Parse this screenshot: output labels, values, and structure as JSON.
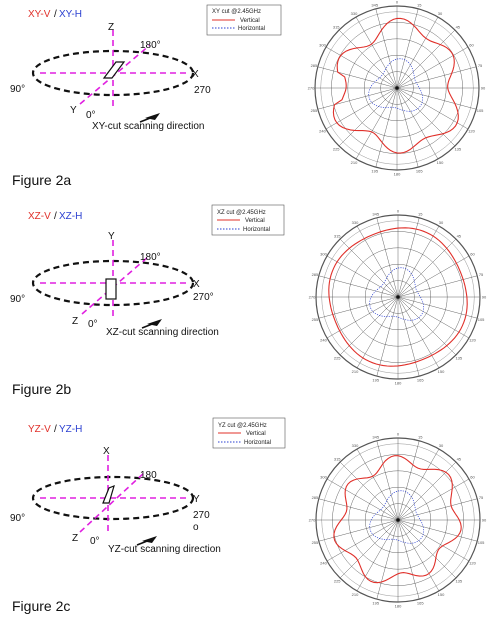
{
  "panels": [
    {
      "id": "2a",
      "title_v": "XY-V",
      "title_h": "XY-H",
      "caption": "Figure 2a",
      "legend_title": "XY cut @2.45GHz",
      "axis_horizontal": "X",
      "axis_vertical": "Z",
      "axis_diagonal": "Y",
      "deg_180": "180°",
      "deg_270": "270",
      "deg_270_extra": "",
      "deg_90": "90°",
      "deg_0": "0°",
      "scan_direction": "XY-cut scanning direction"
    },
    {
      "id": "2b",
      "title_v": "XZ-V",
      "title_h": "XZ-H",
      "caption": "Figure 2b",
      "legend_title": "XZ cut @2.45GHz",
      "axis_horizontal": "X",
      "axis_vertical": "Y",
      "axis_diagonal": "Z",
      "deg_180": "180°",
      "deg_270": "270°",
      "deg_270_extra": "",
      "deg_90": "90°",
      "deg_0": "0°",
      "scan_direction": "XZ-cut scanning direction"
    },
    {
      "id": "2c",
      "title_v": "YZ-V",
      "title_h": "YZ-H",
      "caption": "Figure 2c",
      "legend_title": "YZ cut @2.45GHz",
      "axis_horizontal": "Y",
      "axis_vertical": "X",
      "axis_diagonal": "Z",
      "deg_180": "180",
      "deg_270": "270",
      "deg_270_extra": "o",
      "deg_90": "90°",
      "deg_0": "0°",
      "scan_direction": "YZ-cut scanning direction"
    }
  ],
  "legend": {
    "vertical": "Vertical",
    "horizontal": "Horizontal"
  },
  "colors": {
    "vertical": "#e0302a",
    "horizontal": "#2a3fd0",
    "axis": "#e020e0",
    "ellipse": "#111111"
  },
  "polar_ticks": [
    "0",
    "15",
    "30",
    "45",
    "60",
    "75",
    "90",
    "105",
    "120",
    "135",
    "150",
    "165",
    "180",
    "195",
    "210",
    "225",
    "240",
    "255",
    "270",
    "285",
    "300",
    "315",
    "330",
    "345"
  ]
}
